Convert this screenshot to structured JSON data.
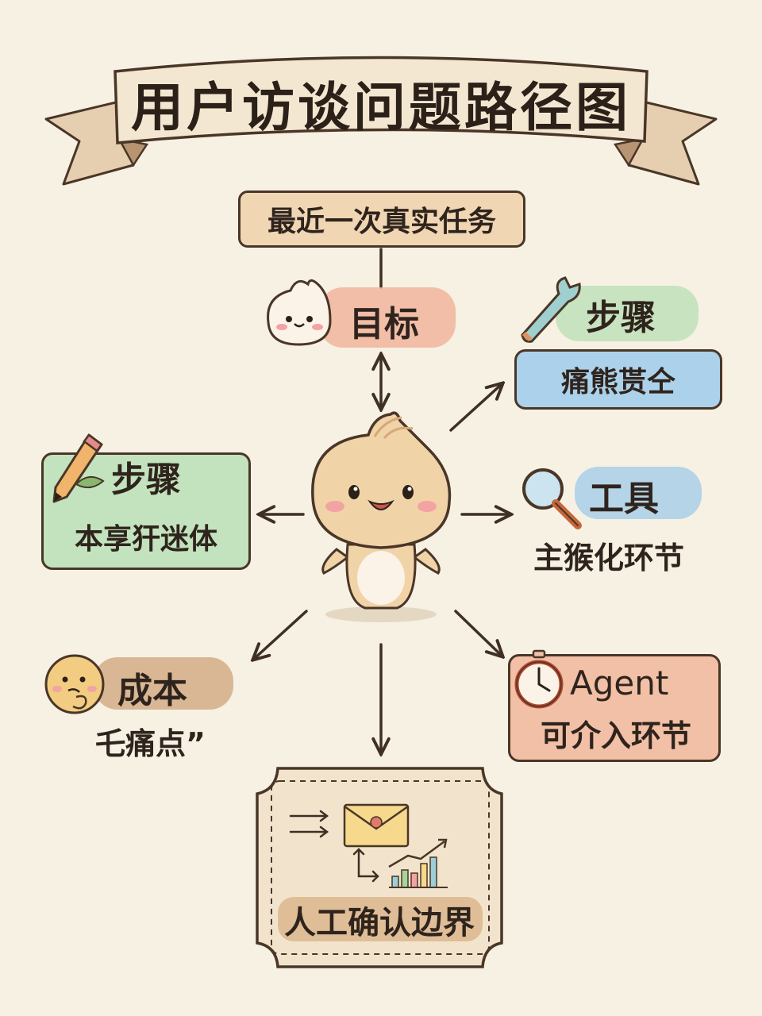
{
  "title": "用户访谈问题路径图",
  "top_node": "最近一次真实任务",
  "nodes": {
    "goal": {
      "label": "目标"
    },
    "steps_right": {
      "label": "步骤",
      "sub": "痛熊贳仝"
    },
    "steps_left": {
      "label": "步骤",
      "sub": "本享犴迷体"
    },
    "tools": {
      "label": "工具",
      "sub": "主猴化环节"
    },
    "cost": {
      "label": "成本",
      "sub": "乇痛点”"
    },
    "agent": {
      "label": "Agent",
      "sub": "可介入环节"
    },
    "boundary": {
      "label": "人工确认边界"
    }
  },
  "colors": {
    "background": "#f6f1e3",
    "ink": "#4a3627",
    "peach": "#f0b49a",
    "green": "#b9ddb4",
    "blue": "#a9cfe8",
    "tan": "#d9b48a",
    "character": "#f1d3a8"
  }
}
